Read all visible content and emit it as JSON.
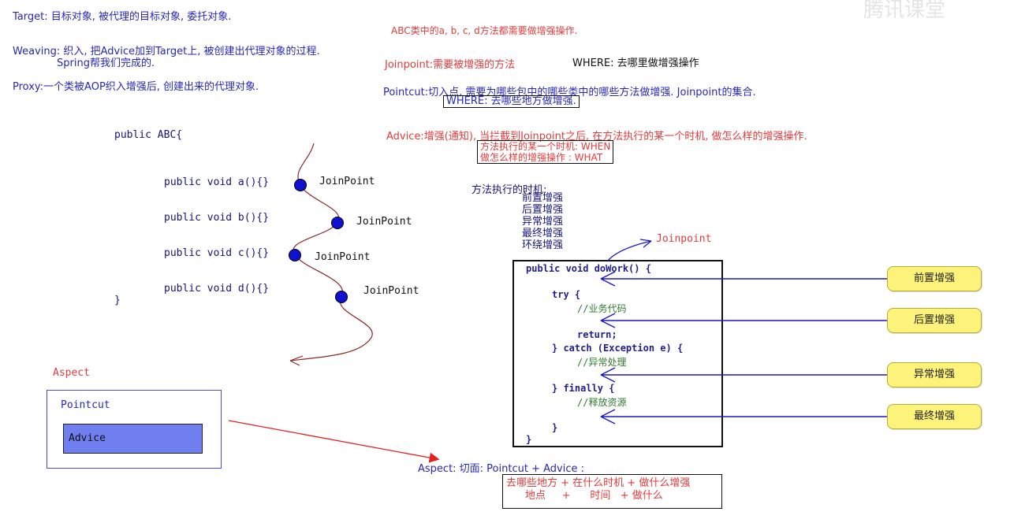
{
  "definitions": {
    "target": "Target: 目标对象, 被代理的目标对象, 委托对象.",
    "weaving_1": "Weaving: 织入, 把Advice加到Target上, 被创建出代理对象的过程.",
    "weaving_2": "Spring帮我们完成的.",
    "proxy": "Proxy:一个类被AOP织入增强后, 创建出来的代理对象."
  },
  "right_notes": {
    "abc_methods": "ABC类中的a, b, c, d方法都需要做增强操作.",
    "joinpoint": "Joinpoint:需要被增强的方法",
    "where_note": "WHERE: 去哪里做增强操作",
    "pointcut": "Pointcut:切入点, 需要为哪些包中的哪些类中的哪些方法做增强. Joinpoint的集合.",
    "pointcut_where": "WHERE: 去哪些地方做增强.",
    "advice": "Advice:增强(通知), 当拦截到Joinpoint之后, 在方法执行的某一个时机, 做怎么样的增强操作.",
    "when_line": "方法执行的某一个时机:    WHEN",
    "what_line": "做怎么样的增强操作   :    WHAT"
  },
  "timing": {
    "title": "方法执行的时机:",
    "items": [
      "前置增强",
      "后置增强",
      "异常增强",
      "最终增强",
      "环绕增强"
    ]
  },
  "class_code": {
    "header": "public  ABC{",
    "methods": [
      "public void a(){}",
      "public void b(){}",
      "public void c(){}",
      "public void d(){}"
    ],
    "footer": "}"
  },
  "joinpoint_labels": [
    "JoinPoint",
    "JoinPoint",
    "JoinPoint",
    "JoinPoint"
  ],
  "aspect_box": {
    "title": "Aspect",
    "pointcut": "Pointcut",
    "advice": "Advice"
  },
  "aspect_formula": {
    "line": "Aspect: 切面: Pointcut + Advice :",
    "box_line_1": "去哪些地方 + 在什么时机 + 做什么增强",
    "box_line_2": "地点     +      时间   + 做什么"
  },
  "dowork": {
    "joinpoint_label": "Joinpoint",
    "signature": "public void doWork() {",
    "try": "try {",
    "business": "//业务代码",
    "return": "return;",
    "catch": "} catch (Exception e) {",
    "exception": "//异常处理",
    "finally": "} finally {",
    "release": "//释放资源",
    "close_inner": "}",
    "close_outer": "}"
  },
  "pills": [
    "前置增强",
    "后置增强",
    "异常增强",
    "最终增强"
  ],
  "watermark": "腾讯课堂",
  "colors": {
    "blue_text": "#2727b8",
    "red_text": "#e33b3b",
    "pill_fill": "#fdf27a",
    "advice_fill": "#6f7ff0",
    "joinpoint_dot": "#1010d0",
    "curve": "#8a2a2a",
    "arrow_blue": "#1818c8",
    "arrow_red": "#e32020"
  }
}
